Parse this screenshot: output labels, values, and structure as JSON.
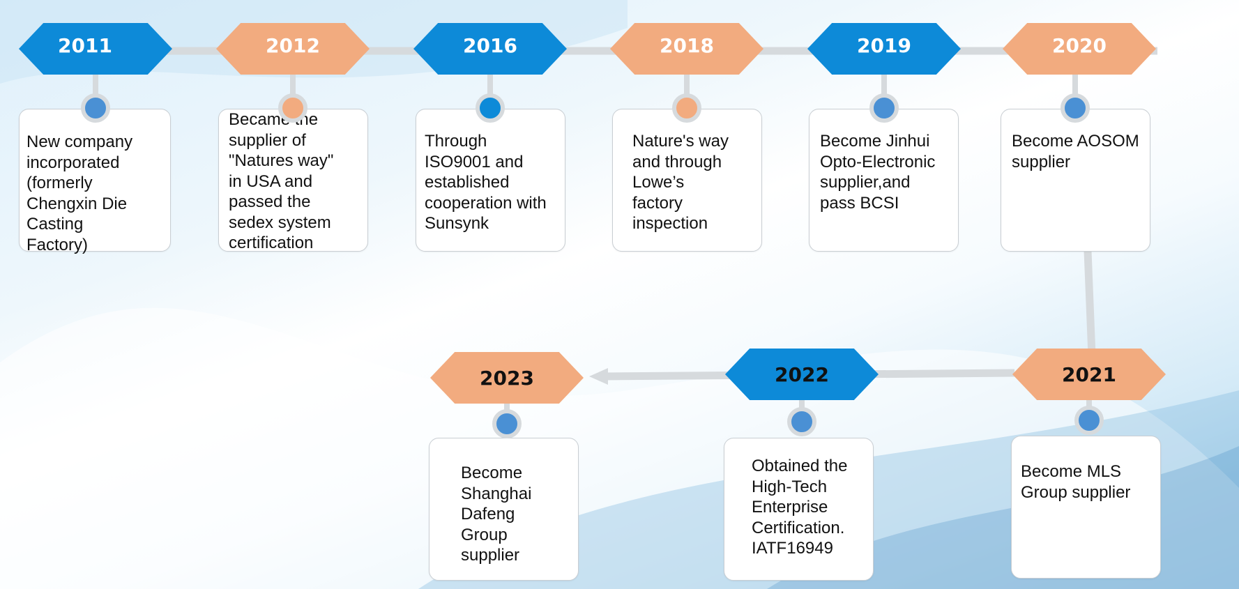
{
  "timeline": [
    {
      "year": "2011",
      "text": "New company\nincorporated\n(formerly\nChengxin  Die\nCasting\nFactory)",
      "color": "blue"
    },
    {
      "year": "2012",
      "text": " Became the\nsupplier of\n\"Natures way\"\nin USA and\npassed the\nsedex system\ncertification",
      "color": "orange"
    },
    {
      "year": "2016",
      "text": "Through\nISO9001 and\nestablished\ncooperation with\nSunsynk",
      "color": "blue"
    },
    {
      "year": "2018",
      "text": "Nature's way\nand through\nLowe’s\nfactory\ninspection",
      "color": "orange"
    },
    {
      "year": "2019",
      "text": "Become Jinhui\nOpto-Electronic\nsupplier,and\npass BCSI",
      "color": "blue"
    },
    {
      "year": "2020",
      "text": "Become AOSOM\nsupplier",
      "color": "orange"
    },
    {
      "year": "2021",
      "text": "Become MLS\nGroup supplier",
      "color": "orange"
    },
    {
      "year": "2022",
      "text": "Obtained the\nHigh-Tech\nEnterprise\nCertification.\nIATF16949",
      "color": "blue"
    },
    {
      "year": "2023",
      "text": "Become\nShanghai\nDafeng\nGroup\nsupplier",
      "color": "orange"
    }
  ],
  "colors": {
    "blue": "#0d8ad8",
    "orange": "#f2ab7f",
    "dot_blue": "#4a90d4",
    "line": "#d6dadd"
  }
}
